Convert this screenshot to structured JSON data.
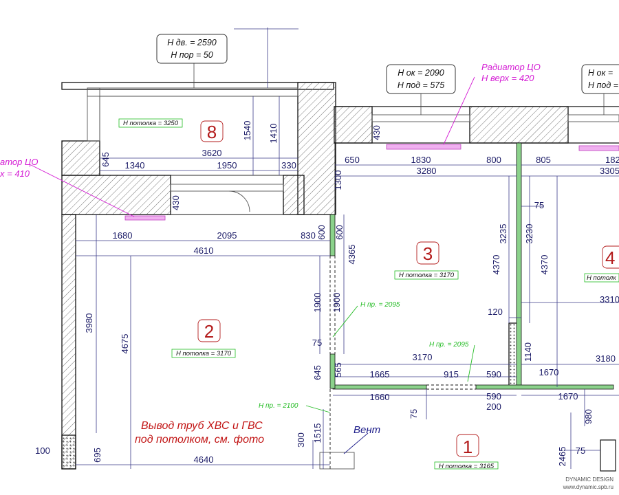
{
  "labels": {
    "door_height": "Н дв. = 2590",
    "threshold_height": "Н пор = 50",
    "window_height_mid": "Н ок = 2090",
    "sill_height_mid": "Н под = 575",
    "window_height_right": "Н ок =",
    "sill_height_right": "Н под =",
    "radiator_title_top": "Радиатор ЦО",
    "radiator_top_height": "Н верх = 420",
    "radiator_title_left": "атор ЦО",
    "radiator_left_height": "х = 410",
    "vent": "Вент",
    "pipes_line1": "Вывод труб ХВС и ГВС",
    "pipes_line2": "под потолком, см. фото"
  },
  "rooms": {
    "r8": {
      "number": "8",
      "ceiling": "Н потолка = 3250"
    },
    "r3": {
      "number": "3",
      "ceiling": "Н потолка = 3170"
    },
    "r2": {
      "number": "2",
      "ceiling": "Н потолка = 3170"
    },
    "r1": {
      "number": "1",
      "ceiling": "Н потолка = 3165"
    },
    "r4": {
      "number": "4",
      "ceiling": "Н потолк"
    }
  },
  "openings": {
    "o1": "Н пр. = 2095",
    "o2": "Н пр. = 2095",
    "o3": "Н пр. = 2100"
  },
  "dimensions": {
    "d3620": "3620",
    "d1540": "1540",
    "d1410": "1410",
    "d645a": "645",
    "d1340": "1340",
    "d1950": "1950",
    "d330": "330",
    "d430a": "430",
    "d1680": "1680",
    "d2095": "2095",
    "d830": "830",
    "d600a": "600",
    "d600b": "600",
    "d4610": "4610",
    "d3980": "3980",
    "d4675": "4675",
    "d1900a": "1900",
    "d1900b": "1900",
    "d75a": "75",
    "d645b": "645",
    "d565": "565",
    "d1515": "1515",
    "d300": "300",
    "d695": "695",
    "d4640": "4640",
    "d100": "100",
    "d430b": "430",
    "d650": "650",
    "d1830": "1830",
    "d800": "800",
    "d805": "805",
    "d182": "182",
    "d3280": "3280",
    "d3305": "3305",
    "d1300": "1300",
    "d4365": "4365",
    "d3235": "3235",
    "d3230": "3230",
    "d4370a": "4370",
    "d4370b": "4370",
    "d75b": "75",
    "d120": "120",
    "d3310": "3310",
    "d3170": "3170",
    "d1665": "1665",
    "d915": "915",
    "d590a": "590",
    "d1140": "1140",
    "d3180": "3180",
    "d1670a": "1670",
    "d1660": "1660",
    "d75c": "75",
    "d590b": "590",
    "d200": "200",
    "d1670b": "1670",
    "d980": "980",
    "d2465": "2465",
    "d75d": "75"
  },
  "branding": {
    "company": "DYNAMIC DESIGN",
    "site": "www.dynamic.spb.ru"
  }
}
